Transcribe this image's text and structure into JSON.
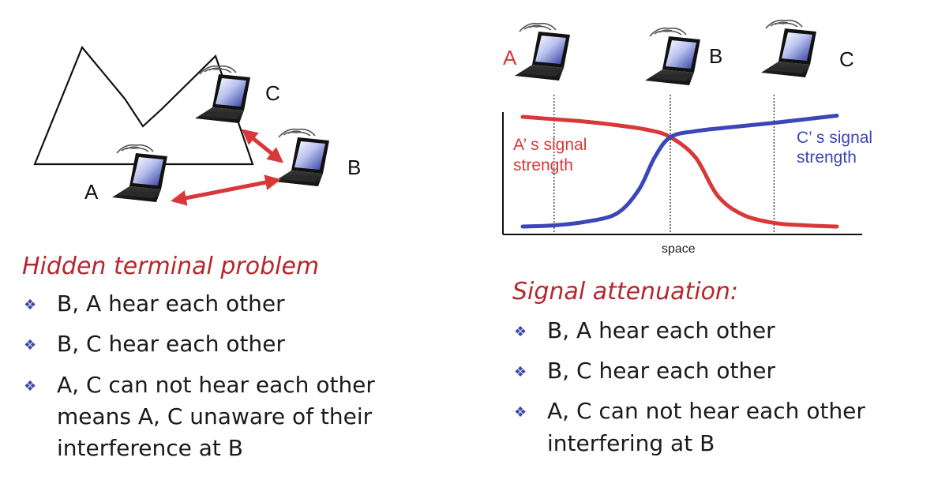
{
  "colors": {
    "accent_red": "#d9383a",
    "accent_blue": "#3b46b8",
    "title_red": "#b5272d",
    "bullet_blue": "#3b4aa8",
    "outline": "#111111"
  },
  "icons": {
    "laptop": "laptop-icon",
    "wifi": "wifi-icon",
    "bullet": "diamond-bullet-icon"
  },
  "hidden_terminal": {
    "diagram": {
      "labels": {
        "a": "A",
        "b": "B",
        "c": "C"
      }
    },
    "title": "Hidden terminal problem",
    "bullets": [
      {
        "lines": [
          "B, A hear each other"
        ]
      },
      {
        "lines": [
          "B, C hear each other"
        ]
      },
      {
        "lines": [
          "A, C can not hear each other",
          "means A, C unaware of their",
          "interference at B"
        ]
      }
    ]
  },
  "signal_attenuation": {
    "nodes": {
      "a": "A",
      "b": "B",
      "c": "C"
    },
    "chart_data": {
      "type": "line",
      "xlabel": "space",
      "ylabel": "",
      "annotations": {
        "a_signal": [
          "A’ s signal",
          "strength"
        ],
        "c_signal": [
          "C’ s signal",
          "strength"
        ]
      },
      "series": [
        {
          "name": "A’ s signal strength",
          "color": "#d9383a",
          "x": [
            0,
            0.1,
            0.2,
            0.3,
            0.4,
            0.47,
            0.55,
            0.62,
            0.7,
            0.8,
            0.9,
            1.0
          ],
          "values": [
            0.96,
            0.94,
            0.92,
            0.89,
            0.85,
            0.79,
            0.62,
            0.3,
            0.14,
            0.07,
            0.05,
            0.04
          ]
        },
        {
          "name": "C’ s signal strength",
          "color": "#3b46b8",
          "x": [
            0,
            0.1,
            0.2,
            0.3,
            0.37,
            0.42,
            0.47,
            0.55,
            0.65,
            0.8,
            0.9,
            1.0
          ],
          "values": [
            0.04,
            0.05,
            0.08,
            0.15,
            0.35,
            0.62,
            0.79,
            0.84,
            0.87,
            0.91,
            0.94,
            0.97
          ]
        }
      ],
      "node_positions_x": {
        "A": 0.1,
        "B": 0.47,
        "C": 0.8
      },
      "grid": false
    },
    "title": "Signal attenuation:",
    "bullets": [
      {
        "lines": [
          "B, A hear each other"
        ]
      },
      {
        "lines": [
          "B, C hear each other"
        ]
      },
      {
        "lines": [
          "A, C can not hear each other",
          "interfering at B"
        ]
      }
    ]
  }
}
